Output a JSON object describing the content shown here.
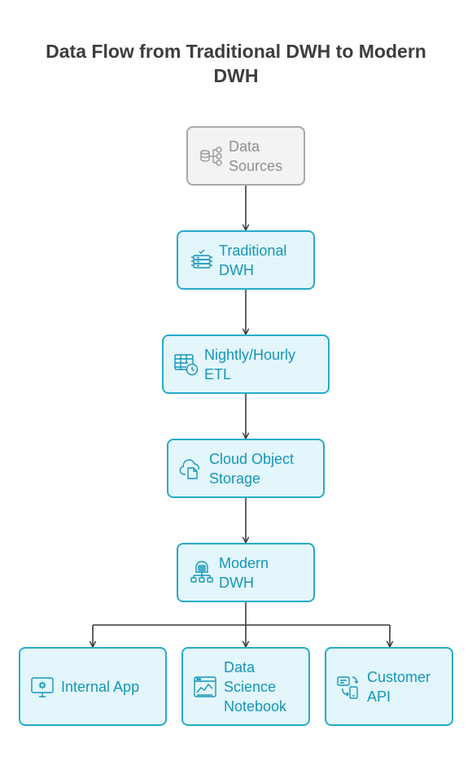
{
  "title": {
    "line1": "Data Flow from Traditional DWH to Modern",
    "line2": "DWH"
  },
  "colors": {
    "accent": "#27abc9",
    "node_fill": "#e3f6fb",
    "text": "#1496b8",
    "source_fill": "#f3f3f3",
    "source_border": "#a9a9a9",
    "arrow": "#3a3a3a"
  },
  "nodes": {
    "data_sources": {
      "line1": "Data",
      "line2": "Sources",
      "icon": "database-schema-icon"
    },
    "traditional_dwh": {
      "line1": "Traditional",
      "line2": "DWH",
      "icon": "server-rack-icon"
    },
    "etl": {
      "line1": "Nightly/Hourly",
      "line2": "ETL",
      "icon": "table-clock-icon"
    },
    "cloud_storage": {
      "line1": "Cloud Object",
      "line2": "Storage",
      "icon": "cloud-file-icon"
    },
    "modern_dwh": {
      "line1": "Modern",
      "line2": "DWH",
      "icon": "network-database-icon"
    },
    "internal_app": {
      "line1": "Internal App",
      "icon": "monitor-gear-icon"
    },
    "notebook": {
      "line1": "Data",
      "line2": "Science",
      "line3": "Notebook",
      "icon": "chart-window-icon"
    },
    "customer_api": {
      "line1": "Customer",
      "line2": "API",
      "icon": "devices-sync-icon"
    }
  }
}
